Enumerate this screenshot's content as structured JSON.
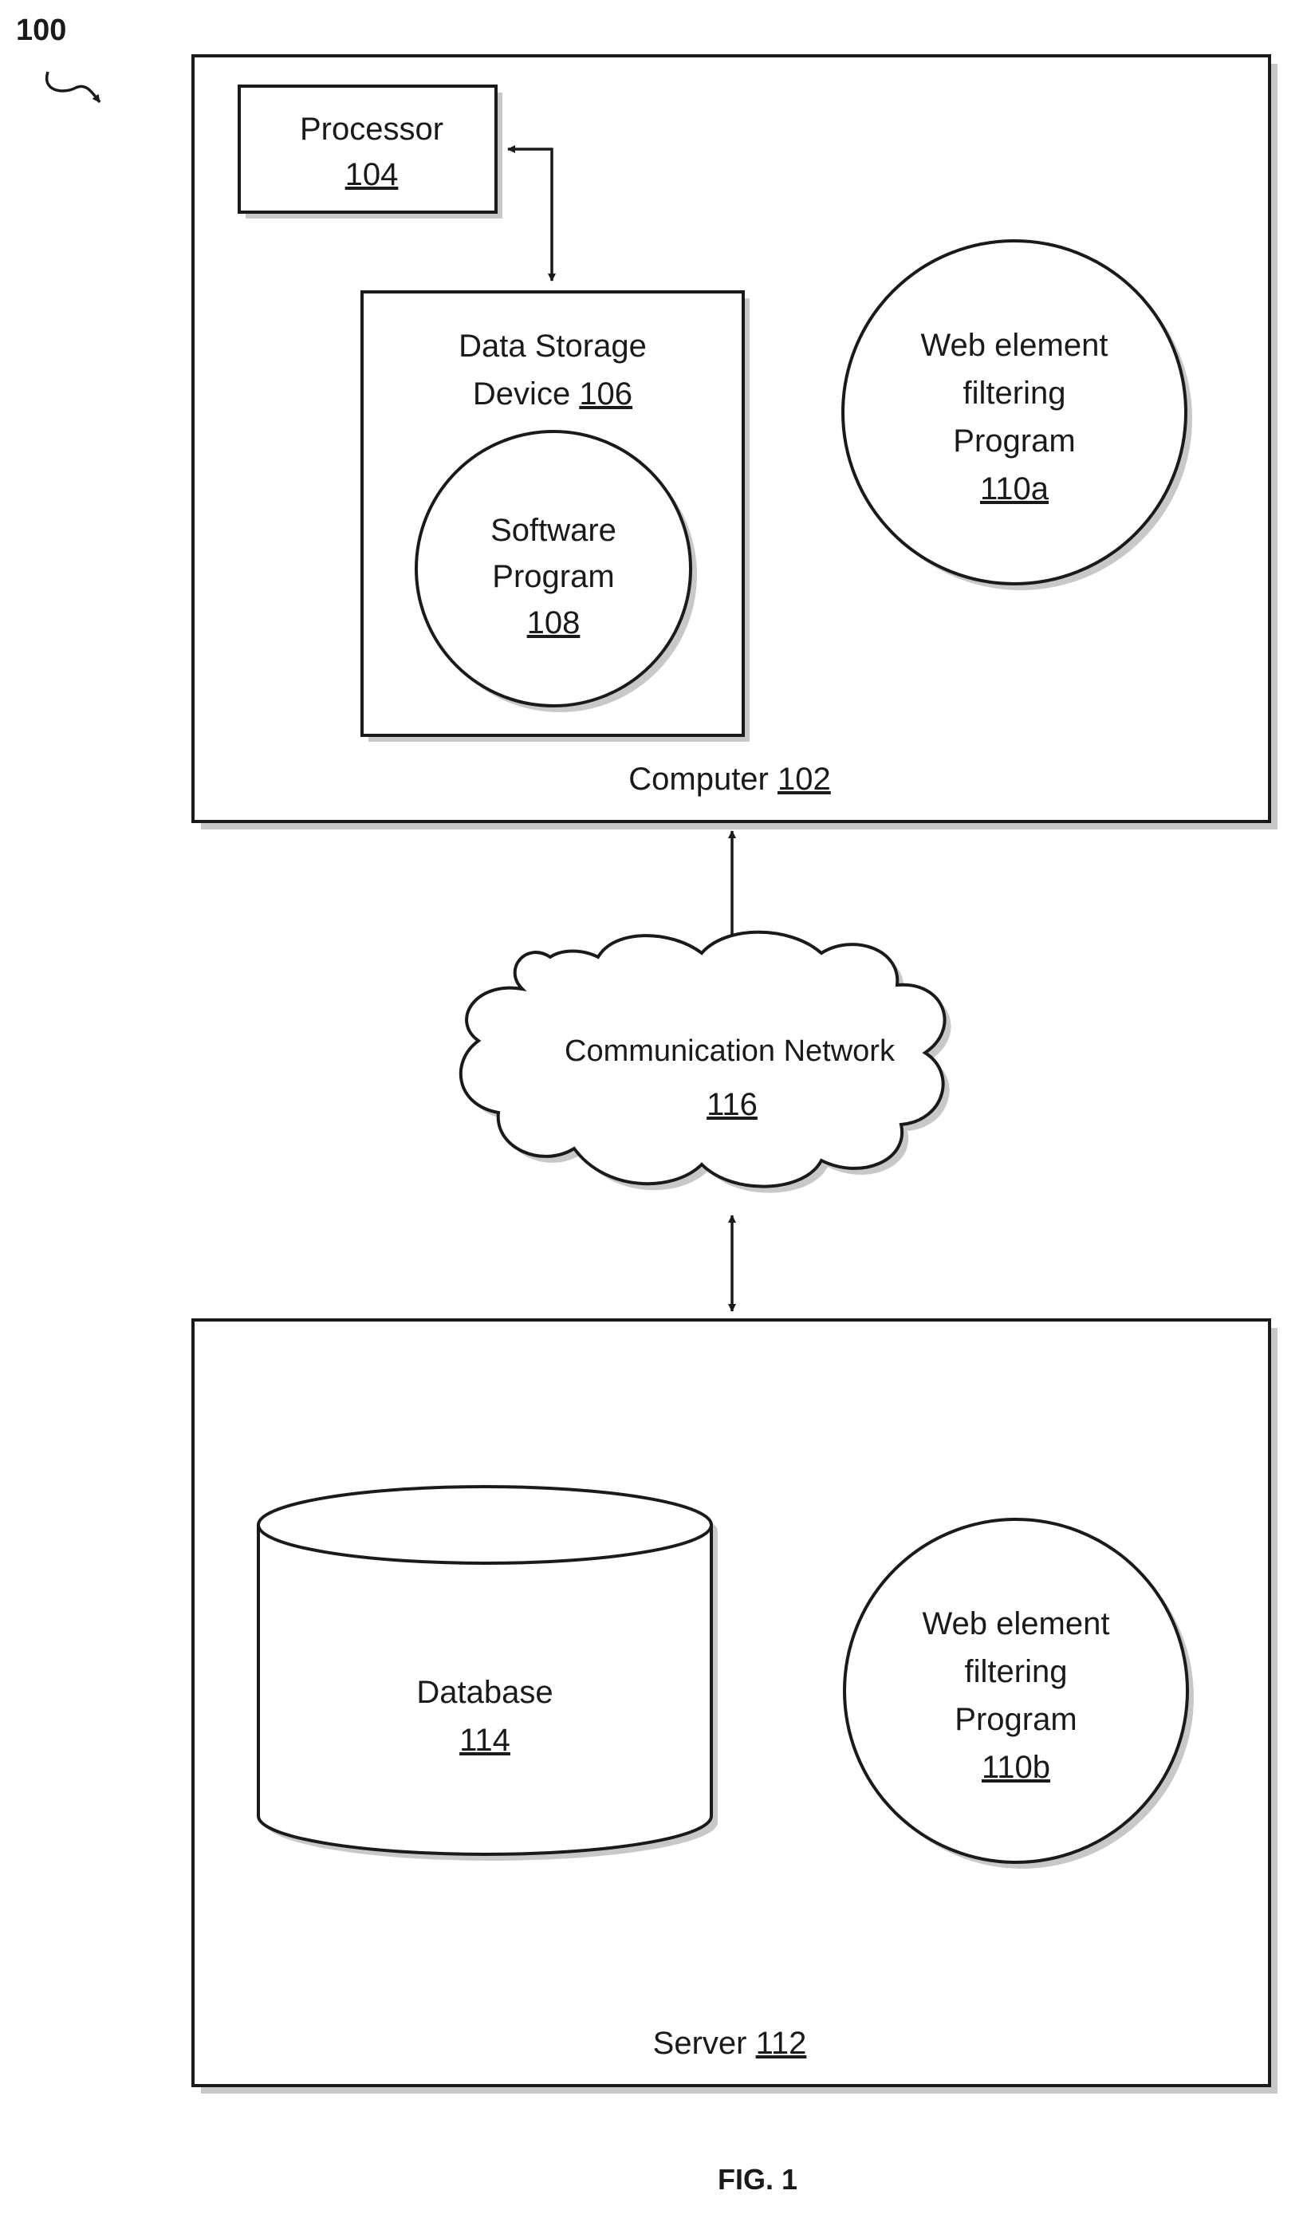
{
  "figure": {
    "ref_number": "100",
    "caption": "FIG. 1"
  },
  "computer": {
    "label": "Computer ",
    "ref": "102"
  },
  "processor": {
    "label": "Processor",
    "ref": "104"
  },
  "data_storage": {
    "line1": "Data Storage",
    "line2": "Device ",
    "ref": "106"
  },
  "software_program": {
    "line1": "Software",
    "line2": "Program",
    "ref": "108"
  },
  "filter_program_a": {
    "line1": "Web element",
    "line2": "filtering",
    "line3": "Program",
    "ref": "110a"
  },
  "network": {
    "label": "Communication Network",
    "ref": "116"
  },
  "server": {
    "label": "Server ",
    "ref": "112"
  },
  "database": {
    "label": "Database",
    "ref": "114"
  },
  "filter_program_b": {
    "line1": "Web element",
    "line2": "filtering",
    "line3": "Program",
    "ref": "110b"
  }
}
